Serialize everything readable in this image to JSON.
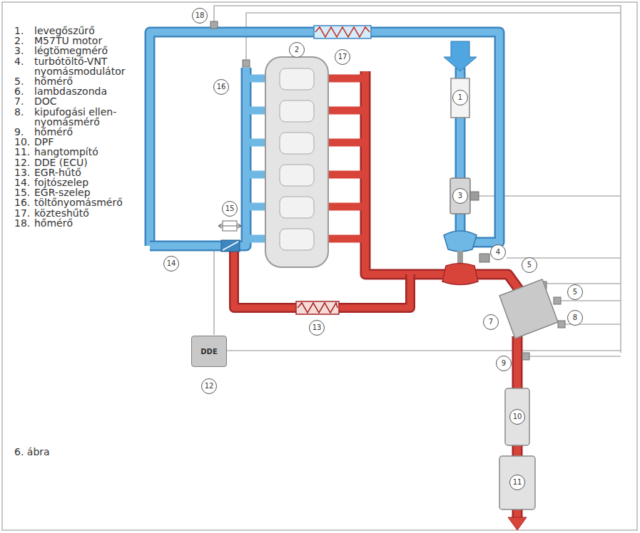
{
  "diagram": {
    "caption": "6. ábra",
    "nodes": [
      {
        "text": [
          "DDE"
        ]
      }
    ],
    "labels": [
      "1.",
      "levegőszűrő",
      "2.",
      "M57TU motor",
      "3.",
      "légtömegmérő",
      "4.",
      "turbótöltő-VNT nyomásmodulátor",
      "5.",
      "hőmérő",
      "6.",
      "lambdaszonda",
      "7.",
      "DOC",
      "8.",
      "kipufogási ellen- nyomásmérő",
      "9.",
      "hőmérő",
      "10.",
      "DPF",
      "11.",
      "hangtompító",
      "12.",
      "DDE (ECU)",
      "13.",
      "EGR-hűtő",
      "14.",
      "fojtószelep",
      "15.",
      "EGR-szelep",
      "16.",
      "töltőnyomásmérő",
      "17.",
      "közteshűtő",
      "18.",
      "hőmérő",
      "18",
      "17",
      "1",
      "16",
      "2",
      "3",
      "15",
      "14",
      "4",
      "5",
      "5",
      "7",
      "8",
      "13",
      "12",
      "9",
      "10",
      "11"
    ]
  }
}
